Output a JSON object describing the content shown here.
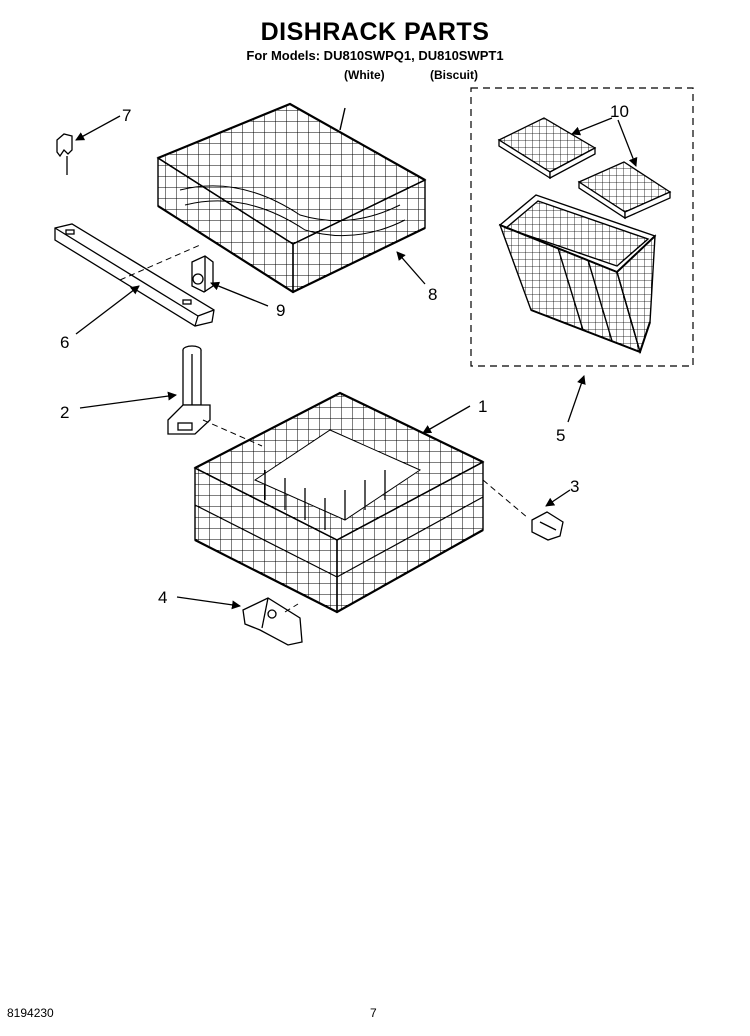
{
  "header": {
    "title": "DISHRACK PARTS",
    "models": "For Models: DU810SWPQ1, DU810SWPT1",
    "variant_white": "(White)",
    "variant_biscuit": "(Biscuit)"
  },
  "callouts": [
    {
      "number": "1",
      "part": "lower-dishrack"
    },
    {
      "number": "2",
      "part": "rack-post"
    },
    {
      "number": "3",
      "part": "rack-wheel-clip"
    },
    {
      "number": "4",
      "part": "rack-wheel-bracket"
    },
    {
      "number": "5",
      "part": "silverware-basket-kit"
    },
    {
      "number": "6",
      "part": "rack-rail"
    },
    {
      "number": "7",
      "part": "rail-end-cap"
    },
    {
      "number": "8",
      "part": "upper-dishrack"
    },
    {
      "number": "9",
      "part": "rack-adjuster"
    },
    {
      "number": "10",
      "part": "basket-lids"
    }
  ],
  "footer": {
    "doc_number": "8194230",
    "page_number": "7"
  }
}
